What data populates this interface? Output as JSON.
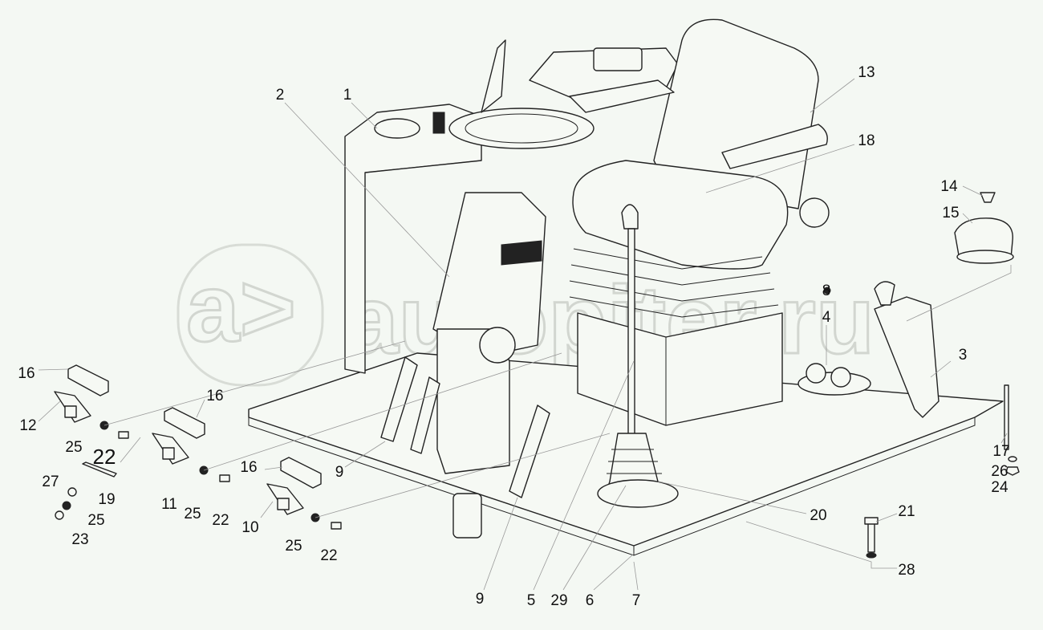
{
  "diagram": {
    "title": "Operator cab platform assembly — exploded view",
    "watermark": "autopiter.ru",
    "callouts": [
      "1",
      "2",
      "13",
      "18",
      "14",
      "15",
      "8",
      "4",
      "3",
      "16",
      "12",
      "25",
      "22",
      "16",
      "27",
      "19",
      "11",
      "25",
      "22",
      "25",
      "23",
      "16",
      "10",
      "25",
      "22",
      "9",
      "9",
      "5",
      "29",
      "6",
      "7",
      "20",
      "21",
      "28",
      "17",
      "26",
      "24"
    ]
  }
}
